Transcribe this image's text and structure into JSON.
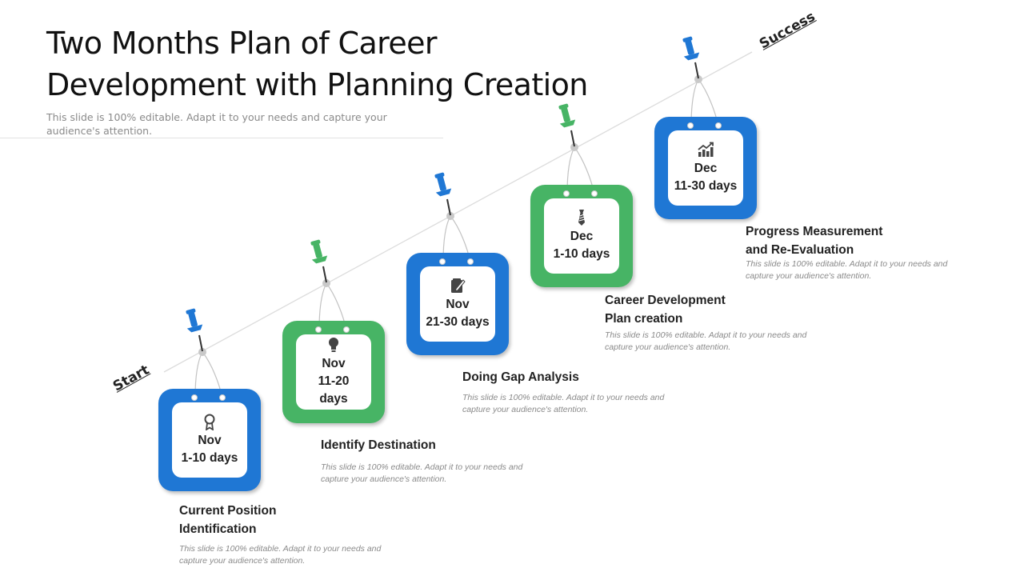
{
  "slide": {
    "title_line1": "Two Months Plan of Career",
    "title_line2": "Development with Planning Creation",
    "subtitle": "This slide is 100% editable. Adapt it to your needs and capture your audience's attention."
  },
  "path": {
    "start_label": "Start",
    "end_label": "Success"
  },
  "colors": {
    "blue": "#1f77d4",
    "green": "#47b465",
    "pin_blue": "#1f77d4",
    "pin_green": "#47b465"
  },
  "steps": [
    {
      "month": "Nov",
      "days": "1-10 days",
      "icon": "award-ribbon-icon",
      "color": "blue",
      "title_line1": "Current Position",
      "title_line2": "Identification",
      "desc": "This slide is 100% editable. Adapt it to your needs and capture your audience's attention."
    },
    {
      "month": "Nov",
      "days": "11-20 days",
      "icon": "lightbulb-icon",
      "color": "green",
      "title_line1": "Identify Destination",
      "title_line2": "",
      "desc": "This slide is 100% editable. Adapt it to your needs and capture your audience's attention."
    },
    {
      "month": "Nov",
      "days": "21-30 days",
      "icon": "notepad-pencil-icon",
      "color": "blue",
      "title_line1": "Doing Gap Analysis",
      "title_line2": "",
      "desc": "This slide is 100% editable. Adapt it to your needs and capture your audience's attention."
    },
    {
      "month": "Dec",
      "days": "1-10 days",
      "icon": "necktie-icon",
      "color": "green",
      "title_line1": "Career Development",
      "title_line2": "Plan creation",
      "desc": "This slide is 100% editable. Adapt it to your needs and capture your audience's attention."
    },
    {
      "month": "Dec",
      "days": "11-30 days",
      "icon": "growth-chart-icon",
      "color": "blue",
      "title_line1": "Progress Measurement",
      "title_line2": "and Re-Evaluation",
      "desc": "This slide is 100% editable. Adapt it to your needs and capture your audience's attention."
    }
  ]
}
